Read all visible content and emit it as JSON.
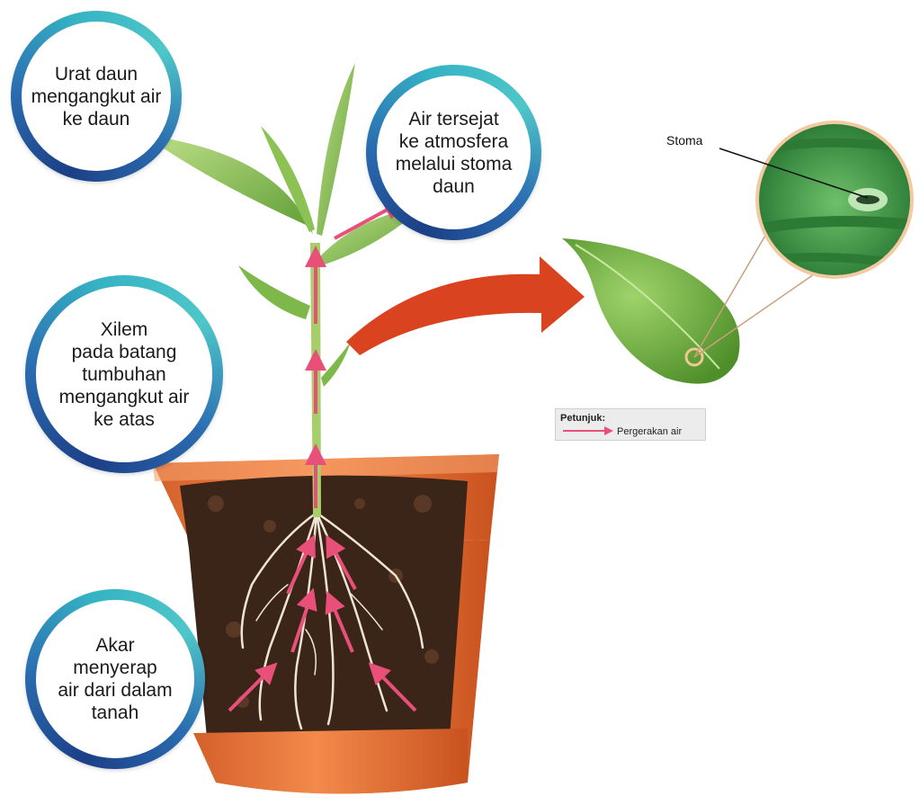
{
  "bubbles": {
    "leaf_veins": "Urat daun\nmengangkut air\nke daun",
    "transpiration": "Air tersejat\nke atmosfera\nmelalui stoma\ndaun",
    "xylem": "Xilem\npada batang\ntumbuhan\nmengangkut air\nke atas",
    "roots": "Akar\nmenyerap\nair dari dalam\ntanah"
  },
  "stoma_label": "Stoma",
  "legend": {
    "title": "Petunjuk:",
    "item": "Pergerakan air"
  },
  "colors": {
    "water_arrow": "#e8507a",
    "pot": "#e8733a",
    "soil": "#3b2418",
    "leaf": "#7ab648",
    "big_arrow": "#d9431f",
    "bubble_ring_dark": "#1c3f86",
    "bubble_ring_light": "#4fc7c9"
  }
}
